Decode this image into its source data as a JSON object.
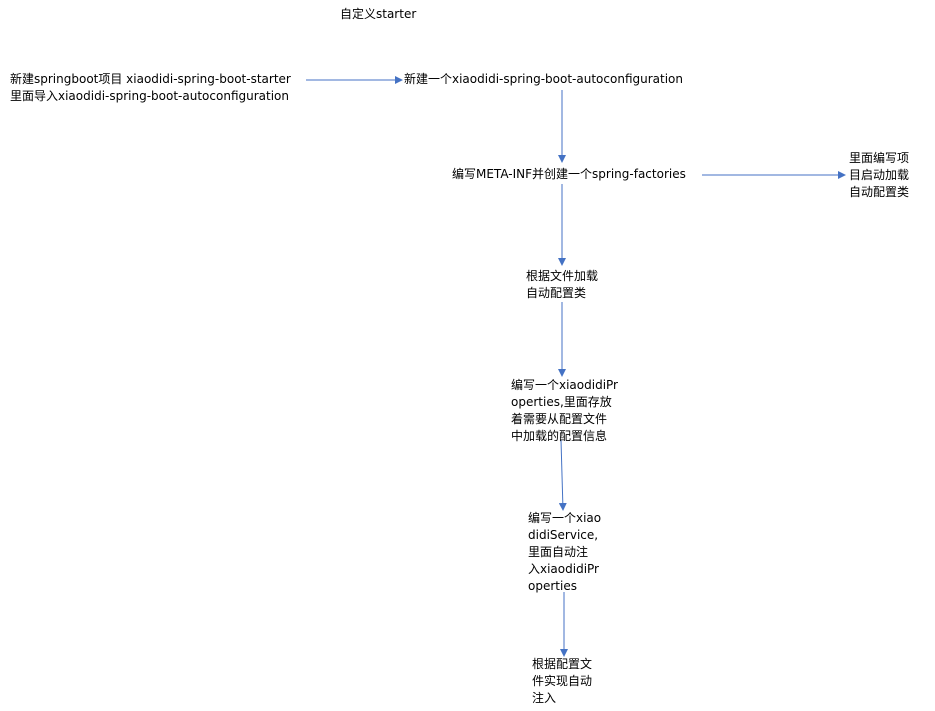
{
  "title": "自定义starter",
  "colors": {
    "edge": "#4472C4",
    "text": "#000000",
    "background": "#ffffff"
  },
  "nodes": {
    "starter_project": {
      "lines": [
        "新建springboot项目  xiaodidi-spring-boot-starter",
        "里面导入xiaodidi-spring-boot-autoconfiguration"
      ]
    },
    "autoconfiguration_project": {
      "lines": [
        "新建一个xiaodidi-spring-boot-autoconfiguration"
      ]
    },
    "spring_factories": {
      "lines": [
        "编写META-INF并创建一个spring-factories"
      ]
    },
    "factories_content": {
      "lines": [
        "里面编写项",
        "目启动加载",
        "自动配置类"
      ]
    },
    "load_autoconfig": {
      "lines": [
        "根据文件加载",
        "自动配置类"
      ]
    },
    "properties_class": {
      "lines": [
        "编写一个xiaodidiPr",
        "operties,里面存放",
        "着需要从配置文件",
        "中加载的配置信息"
      ]
    },
    "service_class": {
      "lines": [
        "编写一个xiao",
        "didiService,",
        "里面自动注",
        "入xiaodidiPr",
        "operties"
      ]
    },
    "auto_inject": {
      "lines": [
        "根据配置文",
        "件实现自动",
        "注入"
      ]
    }
  },
  "edges": [
    {
      "from": "starter_project",
      "to": "autoconfiguration_project"
    },
    {
      "from": "autoconfiguration_project",
      "to": "spring_factories"
    },
    {
      "from": "spring_factories",
      "to": "factories_content"
    },
    {
      "from": "spring_factories",
      "to": "load_autoconfig"
    },
    {
      "from": "load_autoconfig",
      "to": "properties_class"
    },
    {
      "from": "properties_class",
      "to": "service_class"
    },
    {
      "from": "service_class",
      "to": "auto_inject"
    }
  ]
}
